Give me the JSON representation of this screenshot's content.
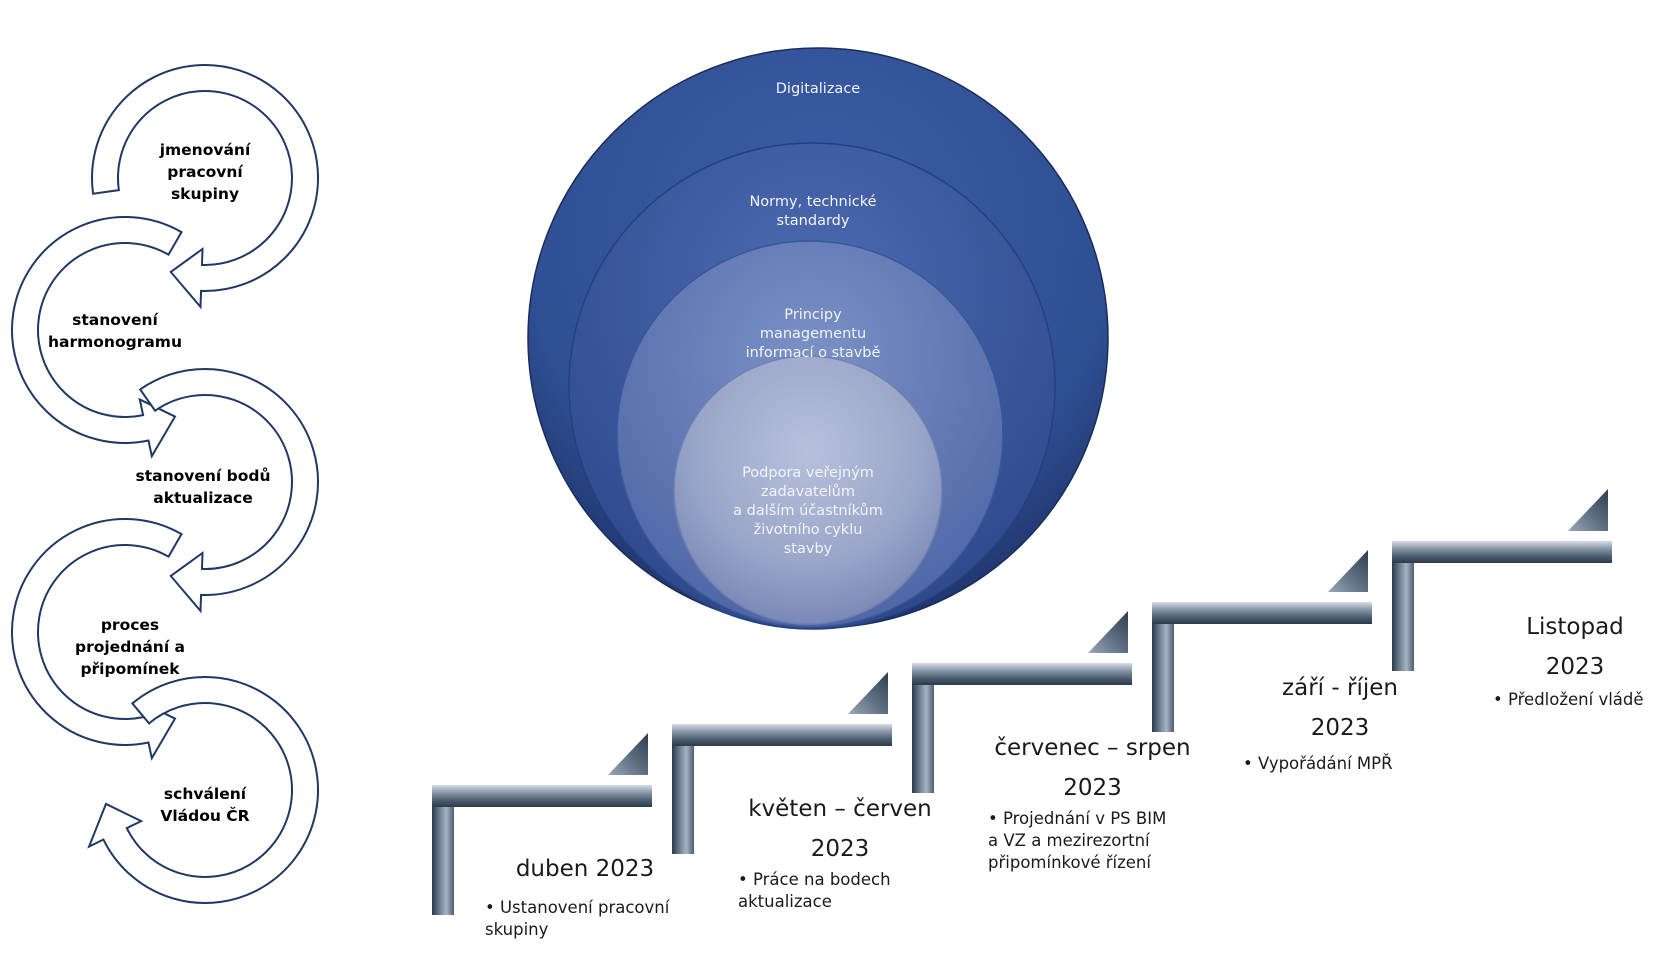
{
  "process_cycle": {
    "steps": [
      {
        "label": "jmenování\npracovní\nskupiny"
      },
      {
        "label": "stanovení\nharmonogramu"
      },
      {
        "label": "stanovení bodů\naktualizace"
      },
      {
        "label": "proces\nprojednání  a\npřipomínek"
      },
      {
        "label": "schválení\nVládou ČR"
      }
    ]
  },
  "nested_circles": {
    "layers": [
      {
        "label": "Digitalizace"
      },
      {
        "label": "Normy, technické\nstandardy"
      },
      {
        "label": "Principy\nmanagementu\ninformací o stavbě"
      },
      {
        "label": "Podpora veřejným\nzadavatelům\na dalším účastníkům\nživotního cyklu\nstavby"
      }
    ]
  },
  "timeline": {
    "steps": [
      {
        "title": "duben 2023",
        "bullet": "• Ustanovení pracovní\n   skupiny"
      },
      {
        "title": "květen – červen\n2023",
        "bullet": "• Práce na bodech\n   aktualizace"
      },
      {
        "title": "červenec – srpen\n2023",
        "bullet": "• Projednání v PS BIM\n   a VZ a mezirezortní\n   připomínkové řízení"
      },
      {
        "title": "září  - říjen\n2023",
        "bullet": "• Vypořádání MPŘ"
      },
      {
        "title": "Listopad\n2023",
        "bullet": "• Předložení vládě"
      }
    ]
  }
}
